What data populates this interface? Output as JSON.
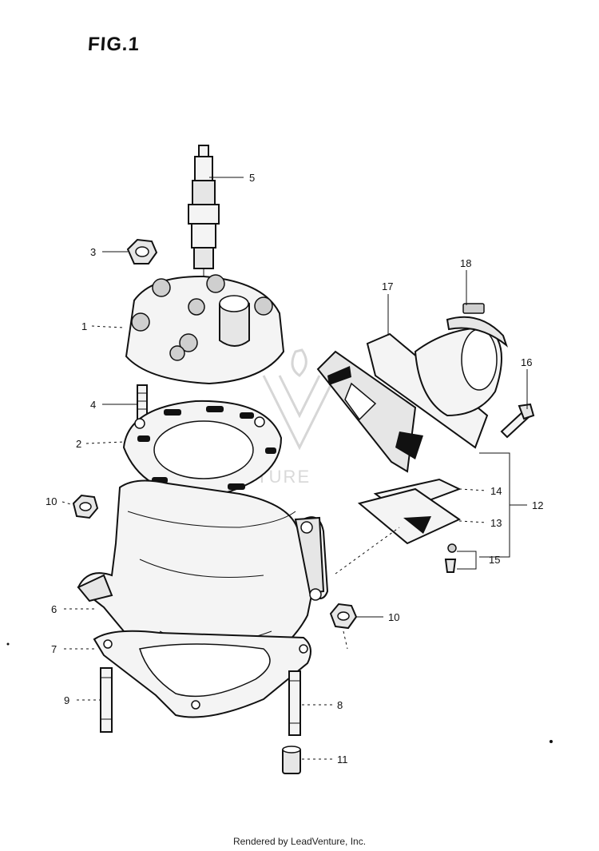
{
  "figure": {
    "title": "FIG.1"
  },
  "footer": {
    "text": "Rendered by LeadVenture, Inc."
  },
  "watermark": {
    "text": "VENTURE"
  },
  "callouts": [
    {
      "id": "c1",
      "label": "1"
    },
    {
      "id": "c2",
      "label": "2"
    },
    {
      "id": "c3",
      "label": "3"
    },
    {
      "id": "c4",
      "label": "4"
    },
    {
      "id": "c5",
      "label": "5"
    },
    {
      "id": "c6",
      "label": "6"
    },
    {
      "id": "c7",
      "label": "7"
    },
    {
      "id": "c8",
      "label": "8"
    },
    {
      "id": "c9",
      "label": "9"
    },
    {
      "id": "c10a",
      "label": "10"
    },
    {
      "id": "c10b",
      "label": "10"
    },
    {
      "id": "c11",
      "label": "11"
    },
    {
      "id": "c12",
      "label": "12"
    },
    {
      "id": "c13",
      "label": "13"
    },
    {
      "id": "c14",
      "label": "14"
    },
    {
      "id": "c15",
      "label": "15"
    },
    {
      "id": "c16",
      "label": "16"
    },
    {
      "id": "c17",
      "label": "17"
    },
    {
      "id": "c18",
      "label": "18"
    }
  ]
}
